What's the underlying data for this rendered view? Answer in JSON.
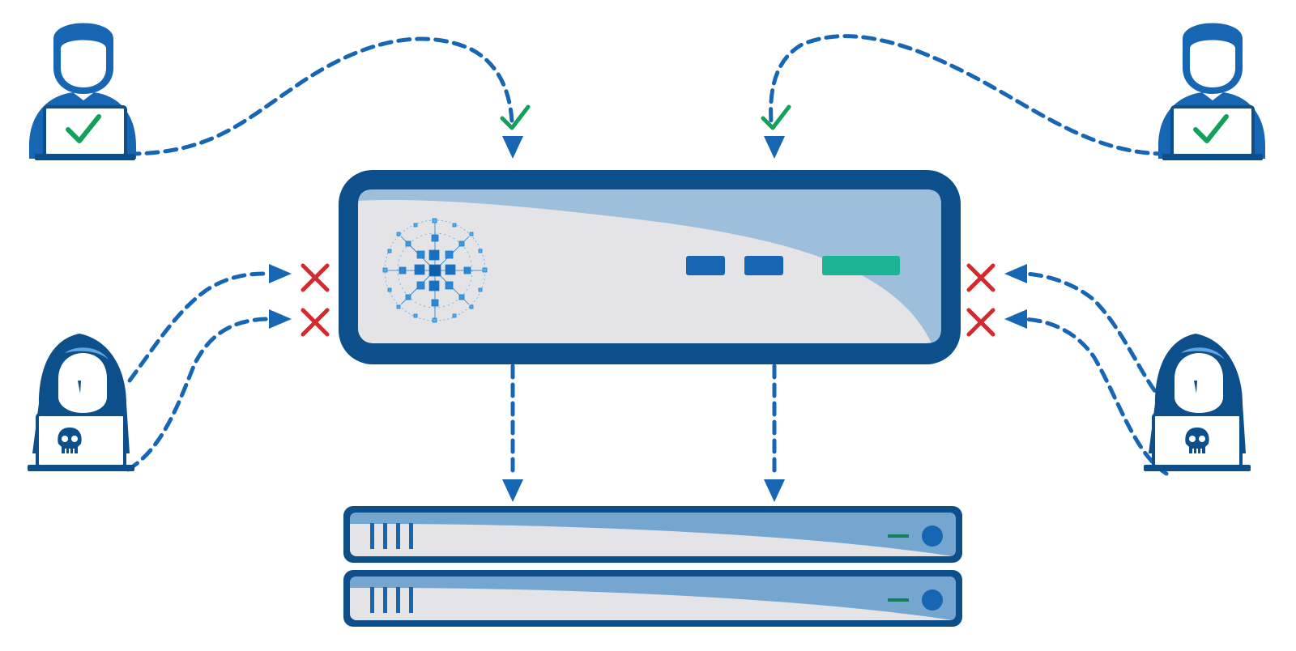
{
  "diagram": {
    "kind": "network-security-gateway",
    "colors": {
      "navy": "#0d4f8b",
      "blue": "#1666b4",
      "panel_grey": "#e4e4e6",
      "panel_light_blue": "#9dbfdb",
      "server_blue": "#74a6d0",
      "allow_green": "#12a05a",
      "deny_red": "#d4292f",
      "led_teal": "#1db495"
    },
    "legitimate_users": [
      {
        "id": "user-left",
        "status": "allowed",
        "laptop_icon": "checkmark-icon"
      },
      {
        "id": "user-right",
        "status": "allowed",
        "laptop_icon": "checkmark-icon"
      }
    ],
    "attackers": [
      {
        "id": "hacker-left",
        "status": "blocked",
        "laptop_icon": "skull-icon",
        "attempts": 2
      },
      {
        "id": "hacker-right",
        "status": "blocked",
        "laptop_icon": "skull-icon",
        "attempts": 2
      }
    ],
    "gateway": {
      "icon": "mesh-network-logo",
      "indicators": [
        "led",
        "led",
        "status-bar"
      ]
    },
    "backend_servers": {
      "count": 2
    },
    "allowed_marker_icon": "checkmark-icon",
    "blocked_marker_icon": "x-mark-icon"
  }
}
